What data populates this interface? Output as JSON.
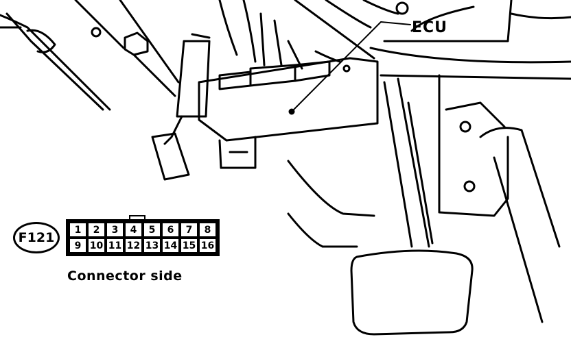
{
  "labels": {
    "ecu": "ECU",
    "connector_id": "F121",
    "caption": "Connector side"
  },
  "connector": {
    "pins_row1": [
      "1",
      "2",
      "3",
      "4",
      "5",
      "6",
      "7",
      "8"
    ],
    "pins_row2": [
      "9",
      "10",
      "11",
      "12",
      "13",
      "14",
      "15",
      "16"
    ]
  }
}
